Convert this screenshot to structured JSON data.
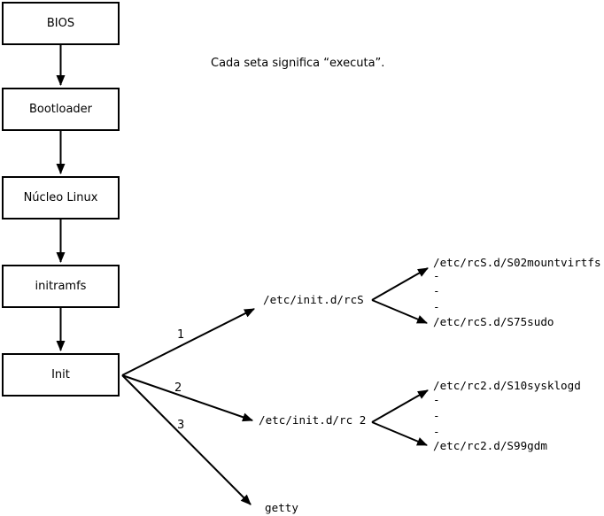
{
  "note": "Cada seta significa “executa”.",
  "nodes": [
    {
      "label": "BIOS"
    },
    {
      "label": "Bootloader"
    },
    {
      "label": "Núcleo Linux"
    },
    {
      "label": "initramfs"
    },
    {
      "label": "Init"
    }
  ],
  "branches": [
    {
      "number": "1",
      "target": "/etc/init.d/rcS"
    },
    {
      "number": "2",
      "target": "/etc/init.d/rc 2"
    },
    {
      "number": "3",
      "target": "getty"
    }
  ],
  "rcs_scripts": {
    "first": "/etc/rcS.d/S02mountvirtfs",
    "ellipsis": [
      "-",
      "-",
      "-"
    ],
    "last": "/etc/rcS.d/S75sudo"
  },
  "rc2_scripts": {
    "first": "/etc/rc2.d/S10sysklogd",
    "ellipsis": [
      "-",
      "-",
      "-"
    ],
    "last": "/etc/rc2.d/S99gdm"
  },
  "colors": {
    "line": "#000000",
    "text": "#000000",
    "background": "#ffffff",
    "box_fill": "#ffffff",
    "box_border": "#000000"
  }
}
